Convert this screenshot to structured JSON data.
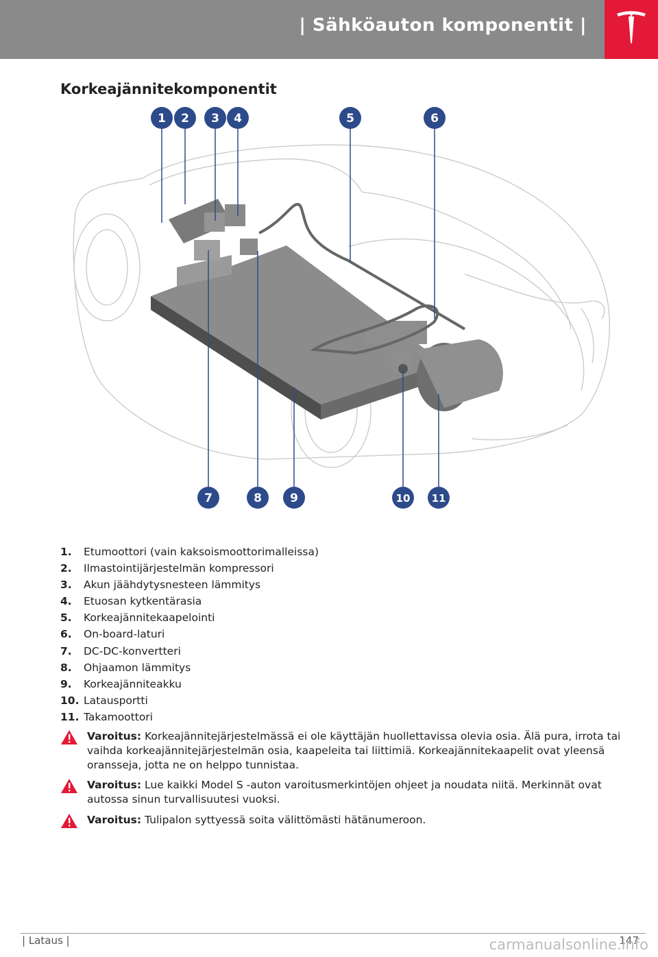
{
  "header": {
    "title": "| Sähköauton komponentit |",
    "logo": "tesla-logo",
    "accent_color": "#e31937",
    "bar_color": "#8a8a8a"
  },
  "section": {
    "title": "Korkeajännitekomponentit"
  },
  "figure": {
    "callouts": [
      "1",
      "2",
      "3",
      "4",
      "5",
      "6",
      "7",
      "8",
      "9",
      "10",
      "11"
    ]
  },
  "legend": [
    {
      "num": "1.",
      "label": "Etumoottori (vain kaksoismoottorimalleissa)"
    },
    {
      "num": "2.",
      "label": "Ilmastointijärjestelmän kompressori"
    },
    {
      "num": "3.",
      "label": "Akun jäähdytysnesteen lämmitys"
    },
    {
      "num": "4.",
      "label": "Etuosan kytkentärasia"
    },
    {
      "num": "5.",
      "label": "Korkeajännitekaapelointi"
    },
    {
      "num": "6.",
      "label": "On-board-laturi"
    },
    {
      "num": "7.",
      "label": "DC-DC-konvertteri"
    },
    {
      "num": "8.",
      "label": "Ohjaamon lämmitys"
    },
    {
      "num": "9.",
      "label": "Korkeajänniteakku"
    },
    {
      "num": "10.",
      "label": "Latausportti"
    },
    {
      "num": "11.",
      "label": "Takamoottori"
    }
  ],
  "warnings": [
    {
      "label": "Varoitus:",
      "text": "Korkeajännitejärjestelmässä ei ole käyttäjän huollettavissa olevia osia. Älä pura, irrota tai vaihda korkeajännitejärjestelmän osia, kaapeleita tai liittimiä. Korkeajännitekaapelit ovat yleensä oransseja, jotta ne on helppo tunnistaa.",
      "icon": "warning-triangle-icon",
      "color": "#e31937"
    },
    {
      "label": "Varoitus:",
      "text": "Lue kaikki Model S -auton varoitusmerkintöjen ohjeet ja noudata niitä. Merkinnät ovat autossa sinun turvallisuutesi vuoksi.",
      "icon": "warning-triangle-icon",
      "color": "#e31937"
    },
    {
      "label": "Varoitus:",
      "text": "Tulipalon syttyessä soita välittömästi hätänumeroon.",
      "icon": "warning-triangle-icon",
      "color": "#e31937"
    }
  ],
  "footer": {
    "section": "| Lataus |",
    "page": "147",
    "watermark": "carmanualsonline.info"
  }
}
